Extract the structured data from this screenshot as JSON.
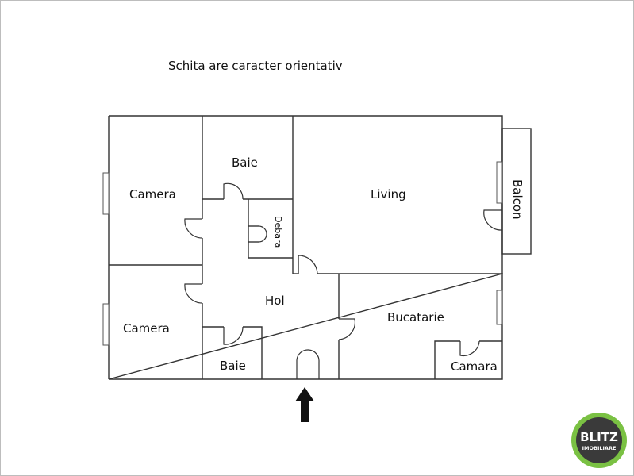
{
  "note": "Schita are caracter orientativ",
  "rooms": {
    "camera_top": "Camera",
    "camera_bottom": "Camera",
    "baie_top": "Baie",
    "baie_bottom": "Baie",
    "debara": "Debara",
    "living": "Living",
    "balcon": "Balcon",
    "hol": "Hol",
    "bucatarie": "Bucatarie",
    "camara": "Camara"
  },
  "logo": {
    "name": "BLITZ",
    "sub": "IMOBILIARE"
  },
  "colors": {
    "walls": "#333333",
    "logo_ring": "#7ac143",
    "logo_bg": "#3a3a3a"
  },
  "entrance_icon": "arrow-up-icon"
}
